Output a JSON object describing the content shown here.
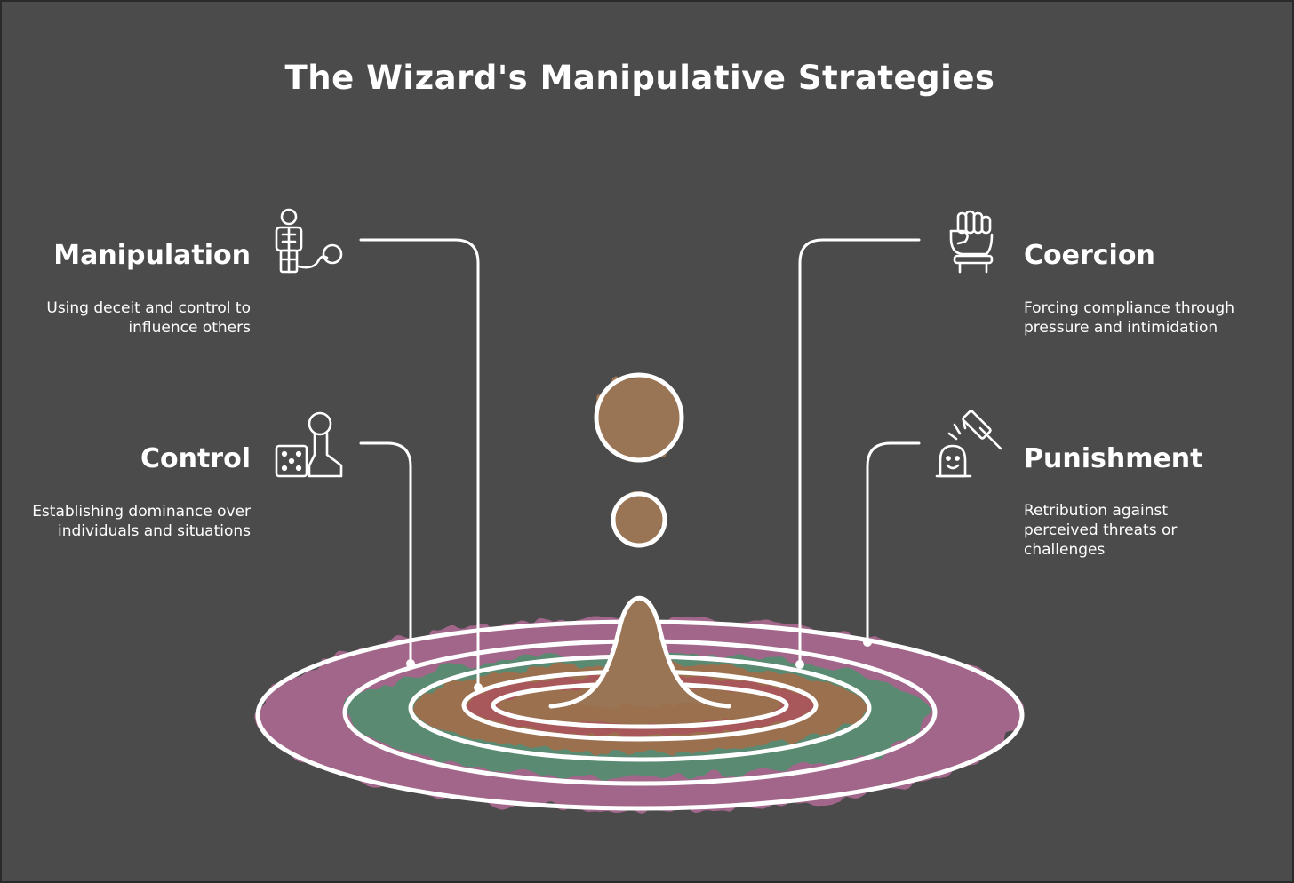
{
  "title": "The Wizard's Manipulative Strategies",
  "items": {
    "manipulation": {
      "heading": "Manipulation",
      "description": "Using deceit and control to influence others",
      "icon": "puppet-on-string-icon"
    },
    "control": {
      "heading": "Control",
      "description": "Establishing dominance over individuals and situations",
      "icon": "dice-and-pawn-icon"
    },
    "coercion": {
      "heading": "Coercion",
      "description": "Forcing compliance through pressure and intimidation",
      "icon": "raised-fist-icon"
    },
    "punishment": {
      "heading": "Punishment",
      "description": "Retribution against perceived threats or challenges",
      "icon": "gavel-icon"
    }
  },
  "colors": {
    "background": "#4b4b4b",
    "outer_ring": "#a2668a",
    "second_ring": "#5a8a72",
    "third_ring": "#9a7050",
    "inner_ring": "#a8595a",
    "drop": "#9a7555",
    "stroke": "#ffffff"
  }
}
